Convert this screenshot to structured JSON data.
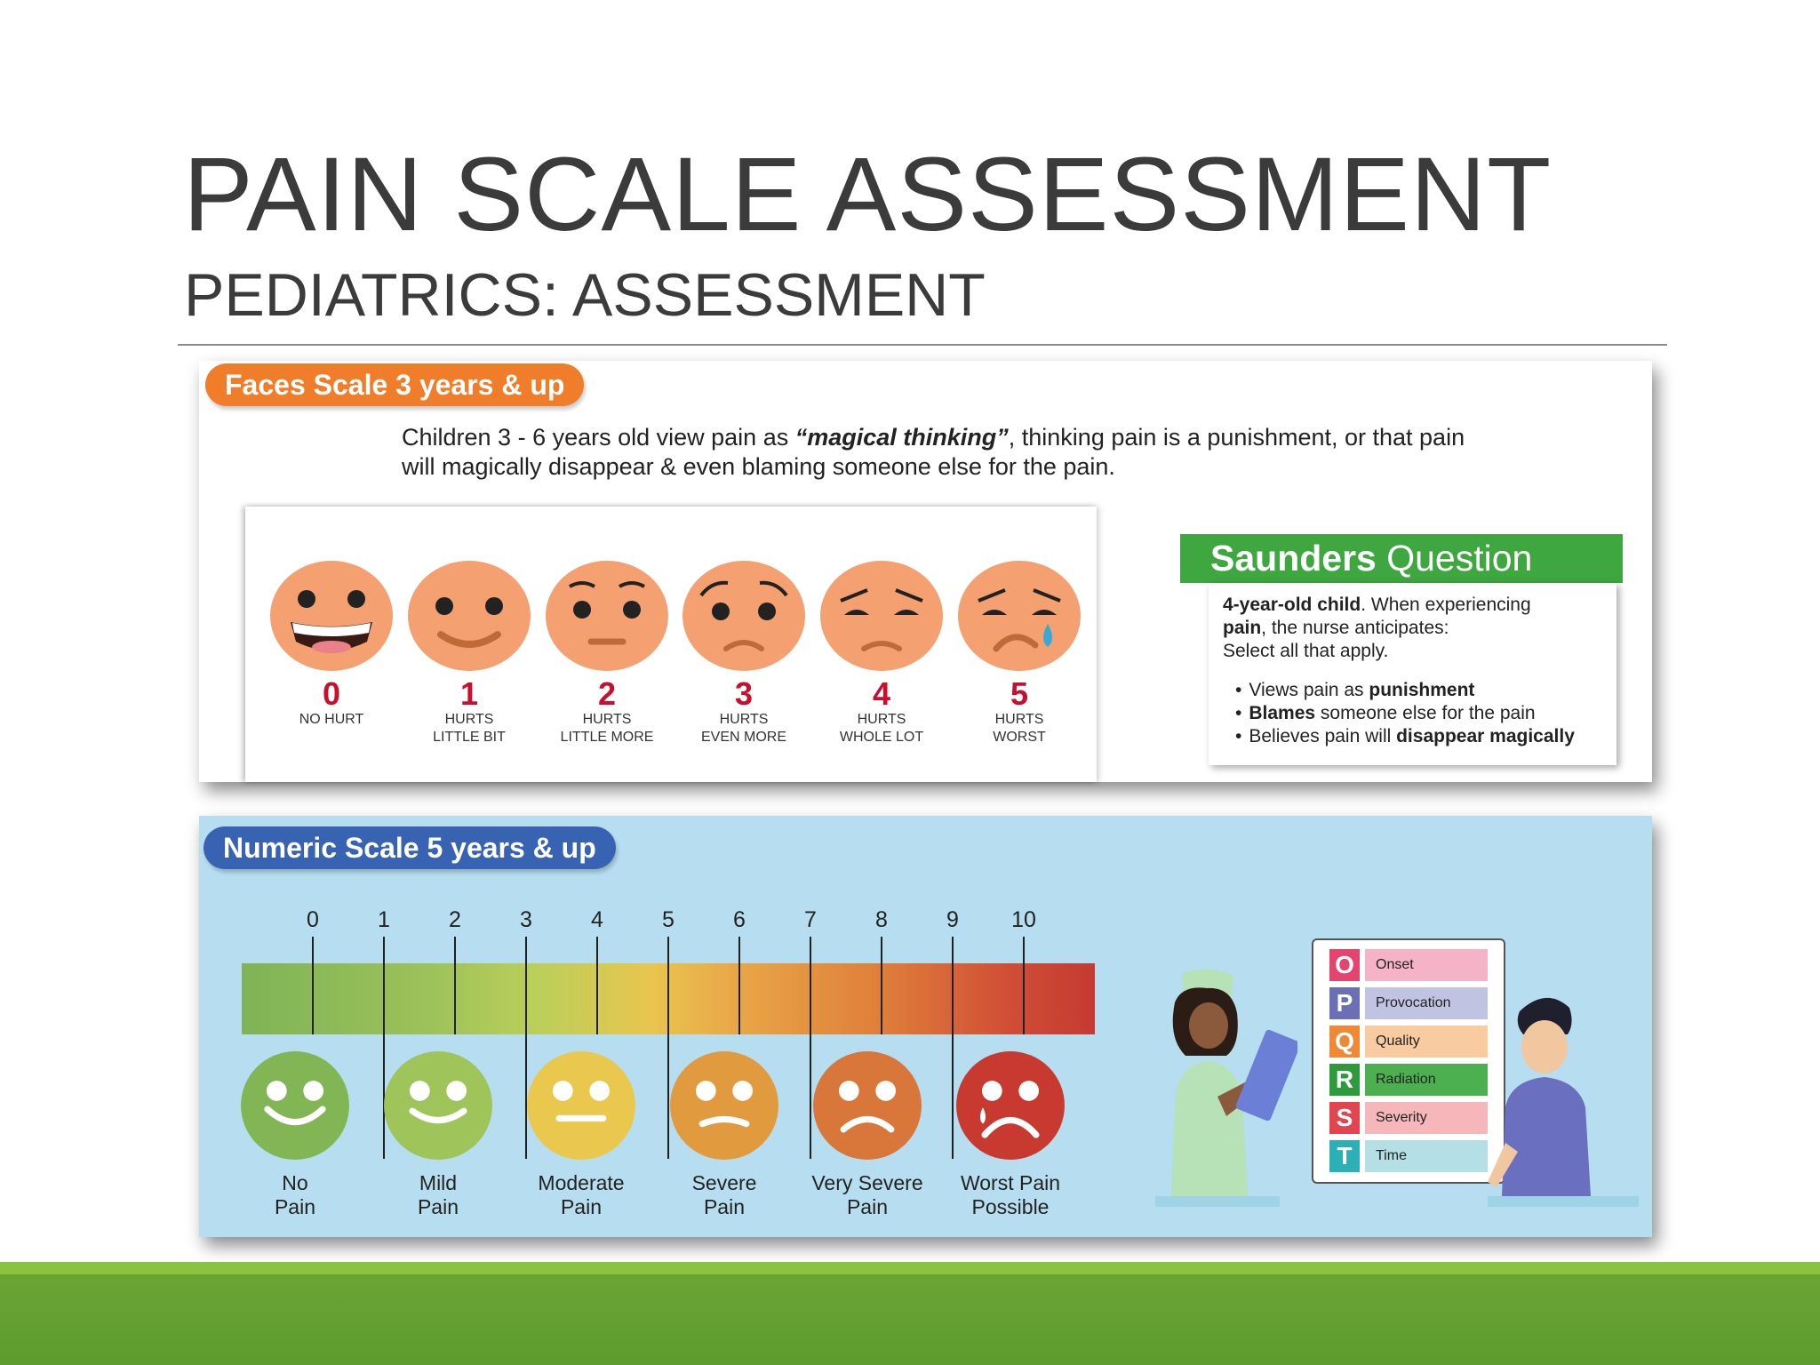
{
  "slide": {
    "title": "PAIN SCALE ASSESSMENT",
    "subtitle": "PEDIATRICS: ASSESSMENT"
  },
  "faces_panel": {
    "pill": "Faces Scale 3 years & up",
    "intro_part1": "Children 3 - 6 years old view pain as ",
    "intro_emph": "“magical thinking”",
    "intro_part2": ", thinking pain is a punishment, or that pain will magically disappear & even blaming someone else for the pain.",
    "faces": [
      {
        "num": "0",
        "caption": "NO HURT"
      },
      {
        "num": "1",
        "caption": "HURTS\nLITTLE BIT"
      },
      {
        "num": "2",
        "caption": "HURTS\nLITTLE MORE"
      },
      {
        "num": "3",
        "caption": "HURTS\nEVEN MORE"
      },
      {
        "num": "4",
        "caption": "HURTS\nWHOLE LOT"
      },
      {
        "num": "5",
        "caption": "HURTS\nWORST"
      }
    ],
    "saunders_bold": "Saunders",
    "saunders_rest": " Question",
    "question": {
      "q1_bold": "4-year-old child",
      "q1_rest": ". When experiencing ",
      "q2_bold": "pain",
      "q2_rest": ", the nurse anticipates:",
      "q3": "Select all that apply.",
      "bullets": [
        {
          "pre": "Views pain as ",
          "bold": "punishment",
          "post": ""
        },
        {
          "pre": "",
          "bold": "Blames",
          "post": " someone else for the pain"
        },
        {
          "pre": "Believes pain will ",
          "bold": "disappear magically",
          "post": ""
        }
      ]
    }
  },
  "numeric_panel": {
    "pill": "Numeric Scale 5 years & up",
    "ticks": [
      "0",
      "1",
      "2",
      "3",
      "4",
      "5",
      "6",
      "7",
      "8",
      "9",
      "10"
    ],
    "faces": [
      {
        "line1": "No",
        "line2": "Pain",
        "color": "#82b553"
      },
      {
        "line1": "Mild",
        "line2": "Pain",
        "color": "#9ec45a"
      },
      {
        "line1": "Moderate",
        "line2": "Pain",
        "color": "#e9c84d"
      },
      {
        "line1": "Severe",
        "line2": "Pain",
        "color": "#e19a3d"
      },
      {
        "line1": "Very Severe",
        "line2": "Pain",
        "color": "#d9763a"
      },
      {
        "line1": "Worst Pain",
        "line2": "Possible",
        "color": "#c8392f"
      }
    ],
    "opqrst": [
      {
        "letter": "O",
        "word": "Onset",
        "letter_color": "#e3456f",
        "bg": "#f4b3c6"
      },
      {
        "letter": "P",
        "word": "Provocation",
        "letter_color": "#6b6fb6",
        "bg": "#c1c3e3"
      },
      {
        "letter": "Q",
        "word": "Quality",
        "letter_color": "#ee8a37",
        "bg": "#f8cba0"
      },
      {
        "letter": "R",
        "word": "Radiation",
        "letter_color": "#2e9a3c",
        "bg": "#4caf50"
      },
      {
        "letter": "S",
        "word": "Severity",
        "letter_color": "#e2454f",
        "bg": "#f6b7bb"
      },
      {
        "letter": "T",
        "word": "Time",
        "letter_color": "#2bb0b8",
        "bg": "#b3dfe5"
      }
    ]
  }
}
